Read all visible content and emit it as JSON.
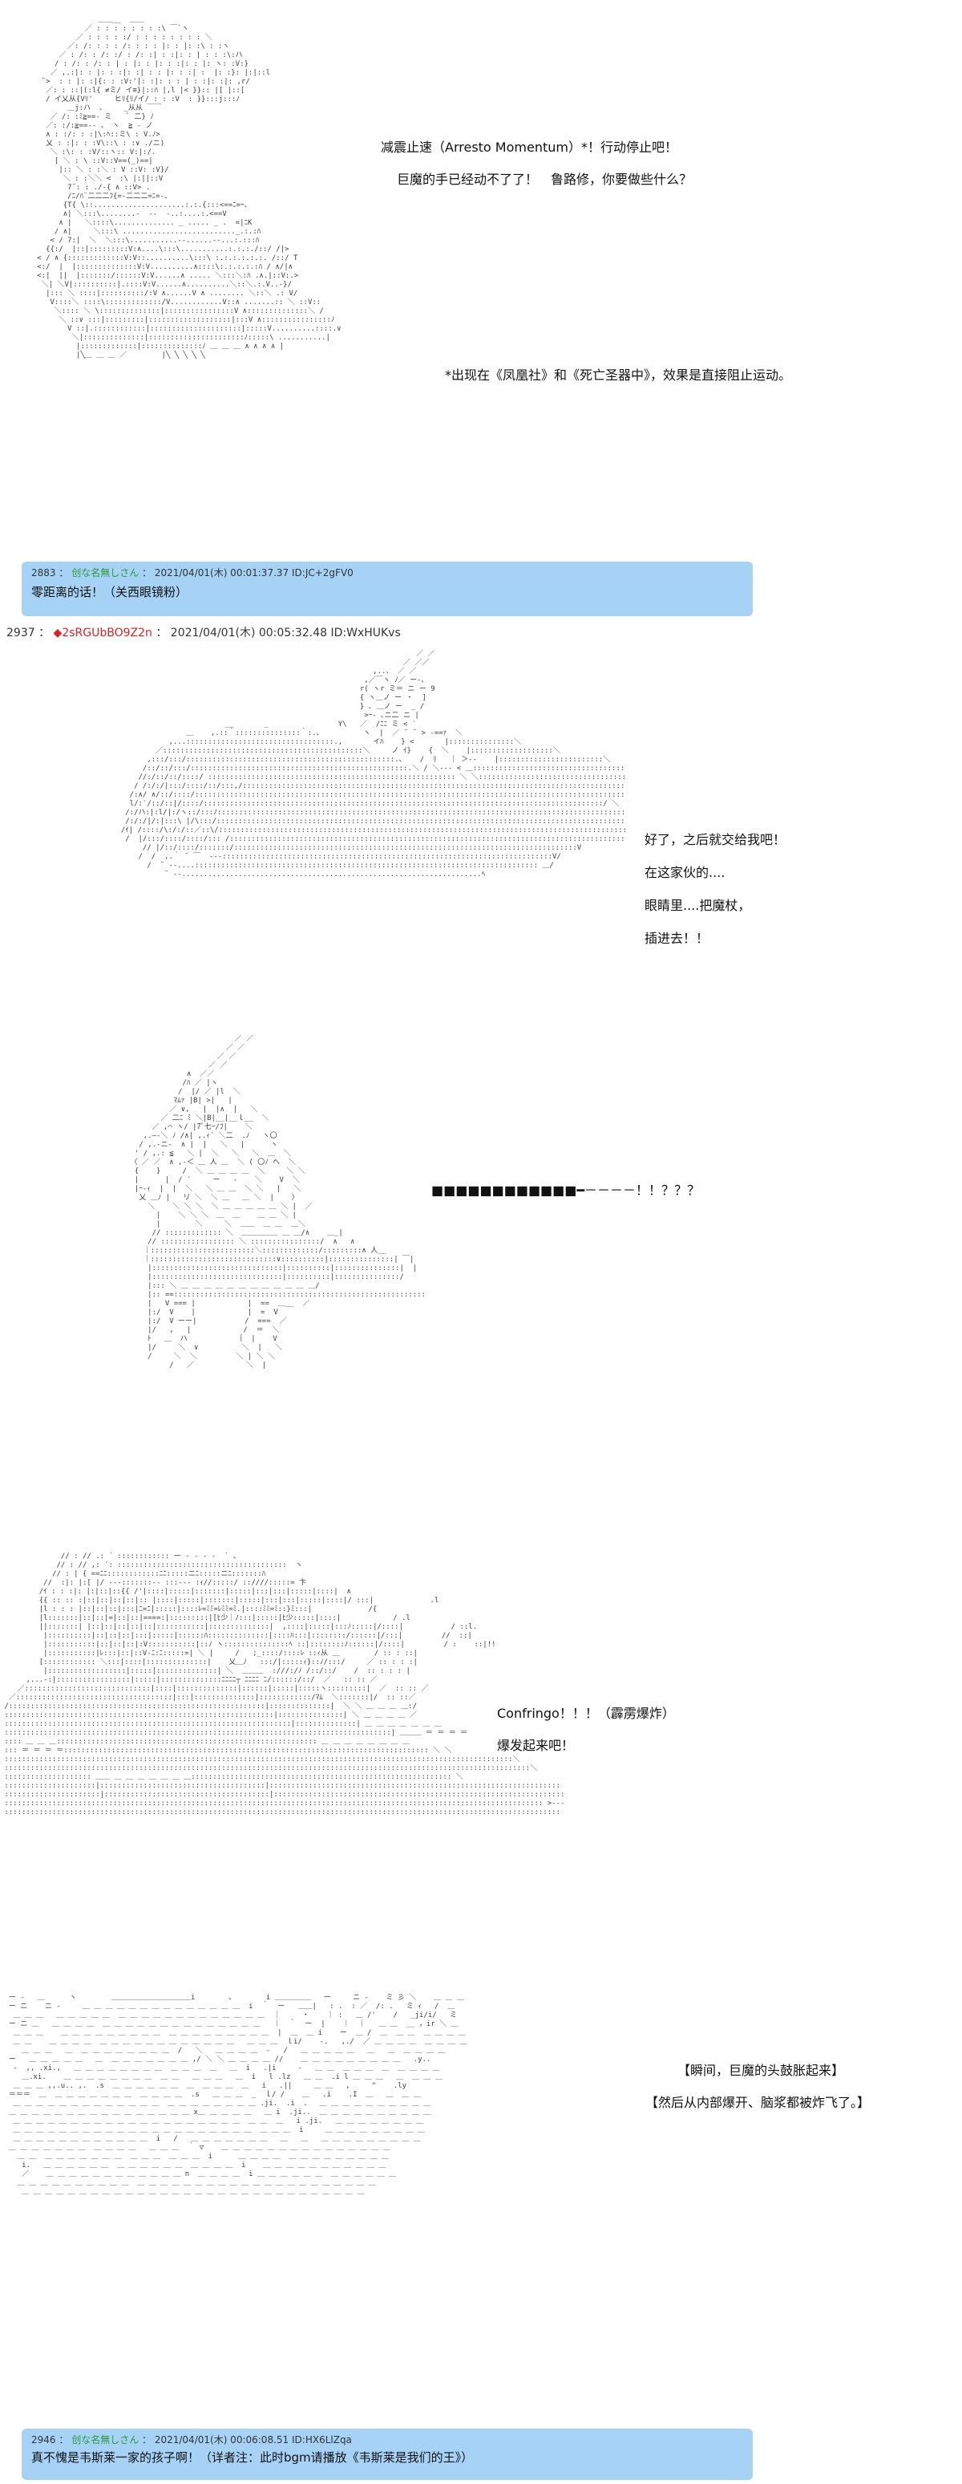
{
  "panel1": {
    "line1": "减震止速（Arresto Momentum）*！行动停止吧！",
    "line2": "巨魔的手已经动不了了！　鲁路修，你要做些什么？",
    "note": "*出现在《凤凰社》和《死亡圣器中》，效果是直接阻止运动。"
  },
  "reply1": {
    "number": "2883",
    "name": "创な名無しさん",
    "datetime": "2021/04/01(木) 00:01:37.37",
    "id": "ID:JC+2gFV0",
    "text": "零距离的话！（关西眼镜粉）"
  },
  "post": {
    "number": "2937",
    "trip": "◆2sRGUbBO9Z2n",
    "datetime": "2021/04/01(木) 00:05:32.48",
    "id": "ID:WxHUKvs"
  },
  "panel2": {
    "line1": "好了，之后就交给我吧！",
    "line2": "在这家伙的....",
    "line3": "眼睛里....把魔杖，",
    "line4": "插进去！！"
  },
  "panel3": {
    "line1": "■■■■■■■■■■■■━－－－－！！？？？"
  },
  "panel4": {
    "line1": "Confringo！！！（霹雳爆炸）",
    "line2": "爆发起来吧！"
  },
  "panel5": {
    "line1": "【瞬间，巨魔的头鼓胀起来】",
    "line2": "【然后从内部爆开、脑浆都被炸飞了。】"
  },
  "reply2": {
    "number": "2946",
    "name": "创な名無しさん",
    "datetime": "2021/04/01(木) 00:06:08.51",
    "id": "ID:HX6LlZqa",
    "text": "真不愧是韦斯莱一家的孩子啊！（详者注：此时bgm请播放《韦斯莱是我们的王》）"
  }
}
